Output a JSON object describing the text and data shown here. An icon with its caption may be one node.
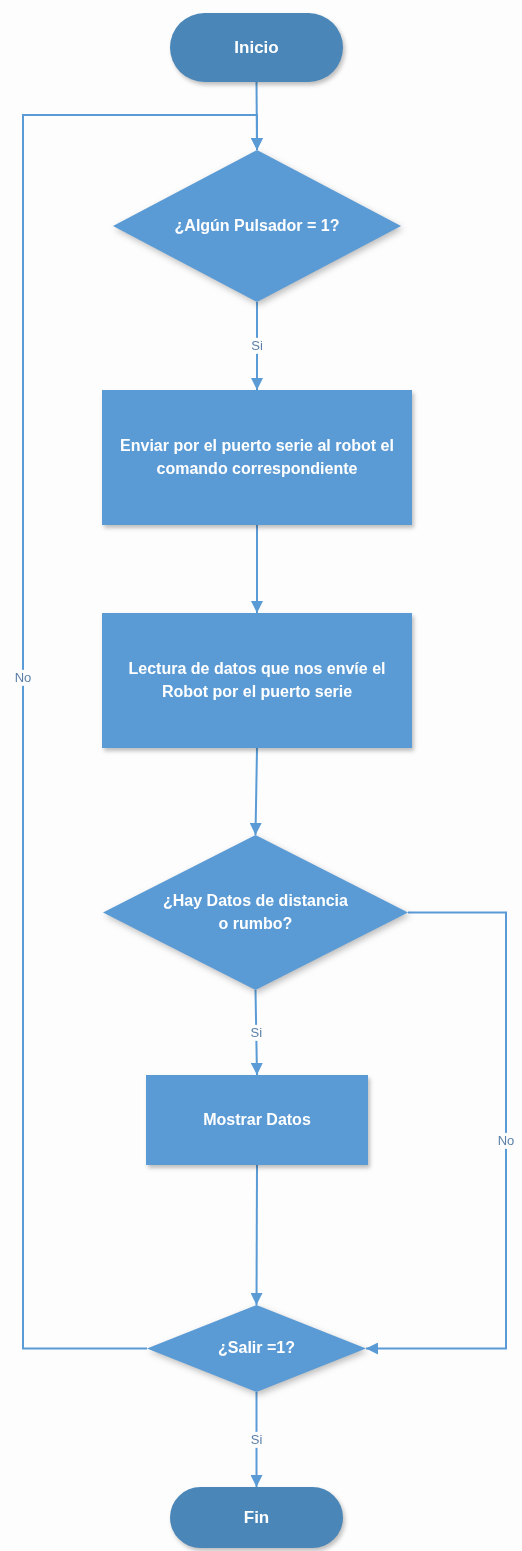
{
  "diagram": {
    "nodes": [
      {
        "text": [
          "Inicio"
        ]
      },
      {
        "text": [
          "¿Algún Pulsador = 1?"
        ]
      },
      {
        "text": [
          "Enviar por el puerto serie al robot  el comando correspondiente"
        ]
      },
      {
        "text": [
          "Lectura de datos que nos envíe el Robot por el puerto serie"
        ]
      },
      {
        "text": [
          "¿Hay Datos de distancia o rumbo?"
        ]
      },
      {
        "text": [
          "Mostrar Datos"
        ]
      },
      {
        "text": [
          "¿Salir =1?"
        ]
      },
      {
        "text": [
          "Fin"
        ]
      }
    ],
    "edges": [
      {
        "from": 0,
        "to": 1,
        "arrow": "to"
      },
      {
        "from": 1,
        "to": 2,
        "arrow": "to",
        "label": "Si"
      },
      {
        "from": 2,
        "to": 3,
        "arrow": "to"
      },
      {
        "from": 3,
        "to": 4,
        "arrow": "to"
      },
      {
        "from": 4,
        "to": 5,
        "arrow": "to",
        "label": "Si"
      },
      {
        "from": 5,
        "to": 6,
        "arrow": "to"
      },
      {
        "from": 4,
        "to": 6,
        "arrow": "to",
        "label": "No"
      },
      {
        "from": 6,
        "to": 1,
        "arrow": "to",
        "label": "No"
      },
      {
        "from": 6,
        "to": 7,
        "arrow": "to",
        "label": "Si"
      }
    ]
  }
}
